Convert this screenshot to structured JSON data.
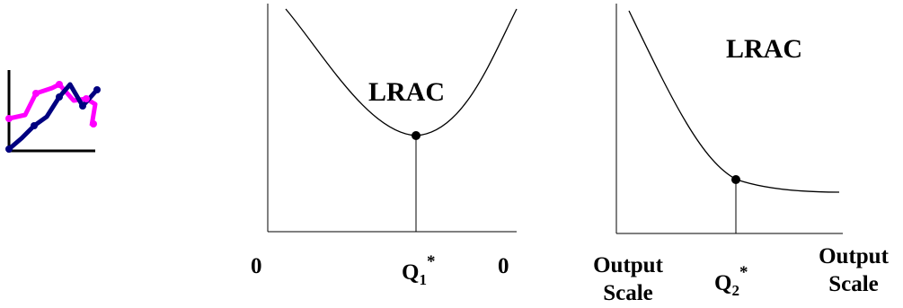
{
  "icon": {
    "name": "line-chart-icon",
    "colors": {
      "series_a": "#ff00ff",
      "series_b": "#000080",
      "axis": "#000000"
    }
  },
  "left_panel": {
    "curve_label": "LRAC",
    "origin_label": "0",
    "quantity_symbol": "Q",
    "quantity_subscript": "1",
    "quantity_superscript": "*",
    "axis_end_label": "0",
    "curve_shape": "U-shaped with minimum at Q1*"
  },
  "right_panel": {
    "curve_label": "LRAC",
    "axis_start_label_line1": "Output",
    "axis_start_label_line2": "Scale",
    "quantity_symbol": "Q",
    "quantity_subscript": "2",
    "quantity_superscript": "*",
    "axis_end_label_line1": "Output",
    "axis_end_label_line2": "Scale",
    "curve_shape": "downward sloping, flattening after Q2*"
  },
  "colors": {
    "line": "#000000",
    "background": "#ffffff"
  }
}
